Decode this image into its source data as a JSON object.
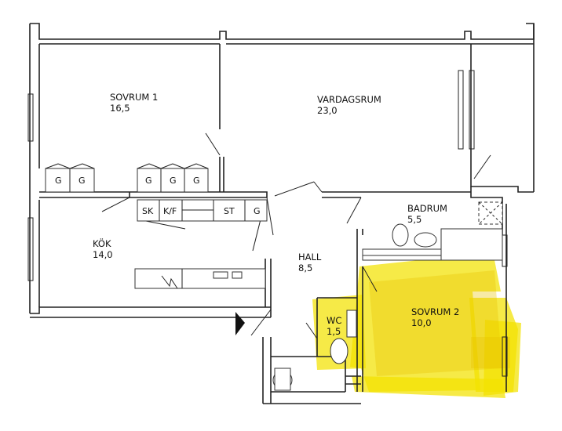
{
  "rooms": {
    "sovrum1": {
      "name": "SOVRUM 1",
      "area": "16,5"
    },
    "vardagsrum": {
      "name": "VARDAGSRUM",
      "area": "23,0"
    },
    "badrum": {
      "name": "BADRUM",
      "area": "5,5"
    },
    "kok": {
      "name": "KÖK",
      "area": "14,0"
    },
    "hall": {
      "name": "HALL",
      "area": "8,5"
    },
    "wc": {
      "name": "WC",
      "area": "1,5"
    },
    "sovrum2": {
      "name": "SOVRUM 2",
      "area": "10,0"
    }
  },
  "fixtures": {
    "wardrobe_g": "G",
    "sk": "SK",
    "kf": "K/F",
    "st": "ST"
  },
  "highlight": {
    "room": "SOVRUM 2",
    "color": "#f2e200"
  },
  "entrance_marker": "entrance-arrow"
}
